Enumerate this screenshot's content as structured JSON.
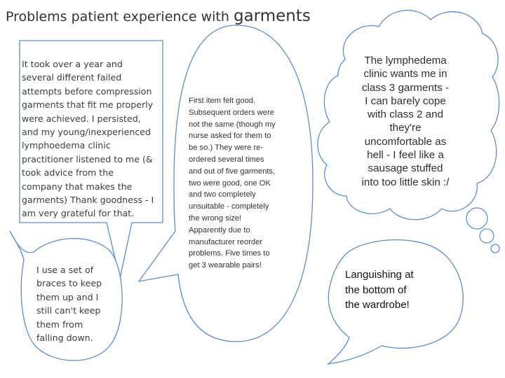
{
  "title": {
    "main": "Problems patient experience with",
    "big": "garments"
  },
  "callouts": {
    "c1": "It took over a year and\nseveral different failed\nattempts before compression\ngarments that fit me properly\nwere achieved. I persisted,\nand my young/inexperienced\nlymphoedema clinic\npractitioner listened to me (&\ntook advice from the\ncompany that makes the\ngarments) Thank goodness - I\nam very grateful for that.",
    "c2": "I use a set of\nbraces to keep\nthem up and I\nstill can't keep\nthem from\nfalling down.",
    "c3": "First item felt good.\nSubsequent orders were\nnot the same (though my\nnurse asked for them to\nbe so.) They were re-\nordered several times\nand out of five garments,\ntwo were good, one OK\nand two completely\nunsuitable - completely\nthe wrong size!\nApparently due to\nmanufacturer reorder\nproblems. Five times to\nget 3 wearable pairs!",
    "c4": "The lymphedema\nclinic wants me in\nclass 3 garments -\nI can barely cope\nwith class 2 and\nthey're\nuncomfortable as\nhell - I feel like a\nsausage stuffed\ninto too little skin :/",
    "c5": "Languishing at\nthe bottom of\nthe wardrobe!"
  },
  "colors": {
    "outline": "#5b8fc8",
    "background": "#ffffff"
  }
}
